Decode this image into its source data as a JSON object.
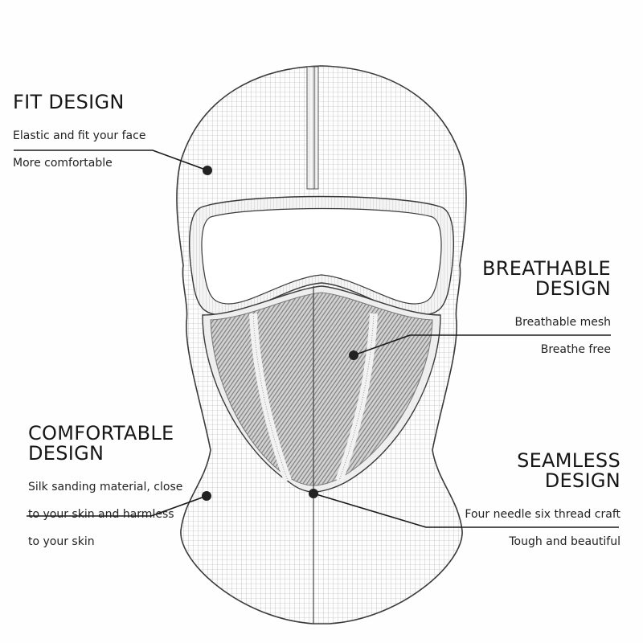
{
  "callouts": {
    "fit": {
      "title": "FIT DESIGN",
      "lines": [
        "Elastic and fit your face",
        "More comfortable"
      ]
    },
    "breathable": {
      "title": "BREATHABLE\nDESIGN",
      "lines": [
        "Breathable mesh",
        "Breathe free"
      ]
    },
    "comfortable": {
      "title": "COMFORTABLE\nDESIGN",
      "lines": [
        "Silk sanding material, close",
        "to your skin and harmless",
        "to your skin"
      ]
    },
    "seamless": {
      "title": "SEAMLESS\nDESIGN",
      "lines": [
        "Four needle six thread craft",
        "Tough and beautiful"
      ]
    }
  },
  "colors": {
    "outline": "#3a3a3a",
    "grid": "#9a9a9a",
    "mesh": "#8c8c8c",
    "leader": "#1a1a1a",
    "background": "#fefefe"
  },
  "icons": [
    "balaclava-illustration",
    "leader-dot"
  ]
}
